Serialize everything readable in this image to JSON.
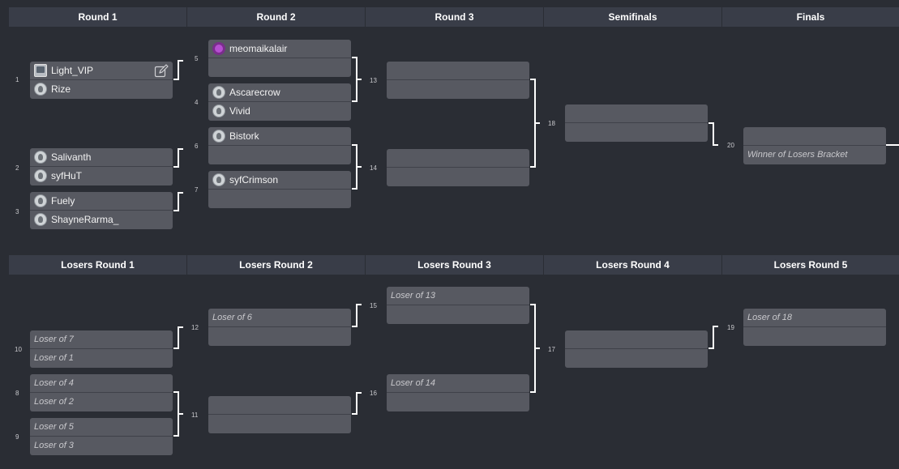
{
  "winners": {
    "headers": [
      "Round 1",
      "Round 2",
      "Round 3",
      "Semifinals",
      "Finals"
    ],
    "matches": [
      {
        "num": "1",
        "top": "Light_VIP",
        "bottom": "Rize"
      },
      {
        "num": "2",
        "top": "Salivanth",
        "bottom": "syfHuT"
      },
      {
        "num": "3",
        "top": "Fuely",
        "bottom": "ShayneRarma_"
      },
      {
        "num": "5",
        "top": "meomaikalair",
        "bottom": ""
      },
      {
        "num": "4",
        "top": "Ascarecrow",
        "bottom": "Vivid"
      },
      {
        "num": "6",
        "top": "Bistork",
        "bottom": ""
      },
      {
        "num": "7",
        "top": "syfCrimson",
        "bottom": ""
      },
      {
        "num": "13",
        "top": "",
        "bottom": ""
      },
      {
        "num": "14",
        "top": "",
        "bottom": ""
      },
      {
        "num": "18",
        "top": "",
        "bottom": ""
      },
      {
        "num": "20",
        "top": "",
        "bottom": "Winner of Losers Bracket"
      }
    ]
  },
  "losers": {
    "headers": [
      "Losers Round 1",
      "Losers Round 2",
      "Losers Round 3",
      "Losers Round 4",
      "Losers Round 5"
    ],
    "matches": [
      {
        "num": "10",
        "top": "Loser of 7",
        "bottom": "Loser of 1"
      },
      {
        "num": "8",
        "top": "Loser of 4",
        "bottom": "Loser of 2"
      },
      {
        "num": "9",
        "top": "Loser of 5",
        "bottom": "Loser of 3"
      },
      {
        "num": "12",
        "top": "Loser of 6",
        "bottom": ""
      },
      {
        "num": "11",
        "top": "",
        "bottom": ""
      },
      {
        "num": "15",
        "top": "Loser of 13",
        "bottom": ""
      },
      {
        "num": "16",
        "top": "Loser of 14",
        "bottom": ""
      },
      {
        "num": "17",
        "top": "",
        "bottom": ""
      },
      {
        "num": "19",
        "top": "Loser of 18",
        "bottom": ""
      }
    ]
  },
  "icons": {
    "edit": "edit-icon",
    "player_avatar": "player-avatar-icon",
    "light_vip_avatar": "light-vip-avatar-icon",
    "meomaikalair_avatar": "meomaikalair-avatar-icon"
  },
  "colors": {
    "background": "#2a2d34",
    "header": "#393d48",
    "match_card": "#575961",
    "connector": "#ffffff",
    "placeholder_text": "#c8c8cc"
  }
}
